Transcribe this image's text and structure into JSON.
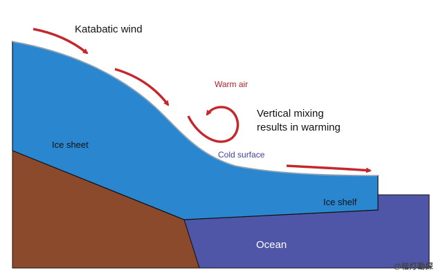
{
  "labels": {
    "katabatic_wind": "Katabatic wind",
    "warm_air": "Warm air",
    "vertical_mixing_line1": "Vertical mixing",
    "vertical_mixing_line2": "results in warming",
    "cold_surface": "Cold surface",
    "ice_sheet": "Ice sheet",
    "ice_shelf": "Ice shelf",
    "ocean": "Ocean"
  },
  "watermark": "@桔灯勘探",
  "colors": {
    "ice": "#2a86cf",
    "rock": "#8c4a2c",
    "ocean": "#4f56a8",
    "wind_arrow": "#c4282d",
    "outline": "#111111"
  }
}
